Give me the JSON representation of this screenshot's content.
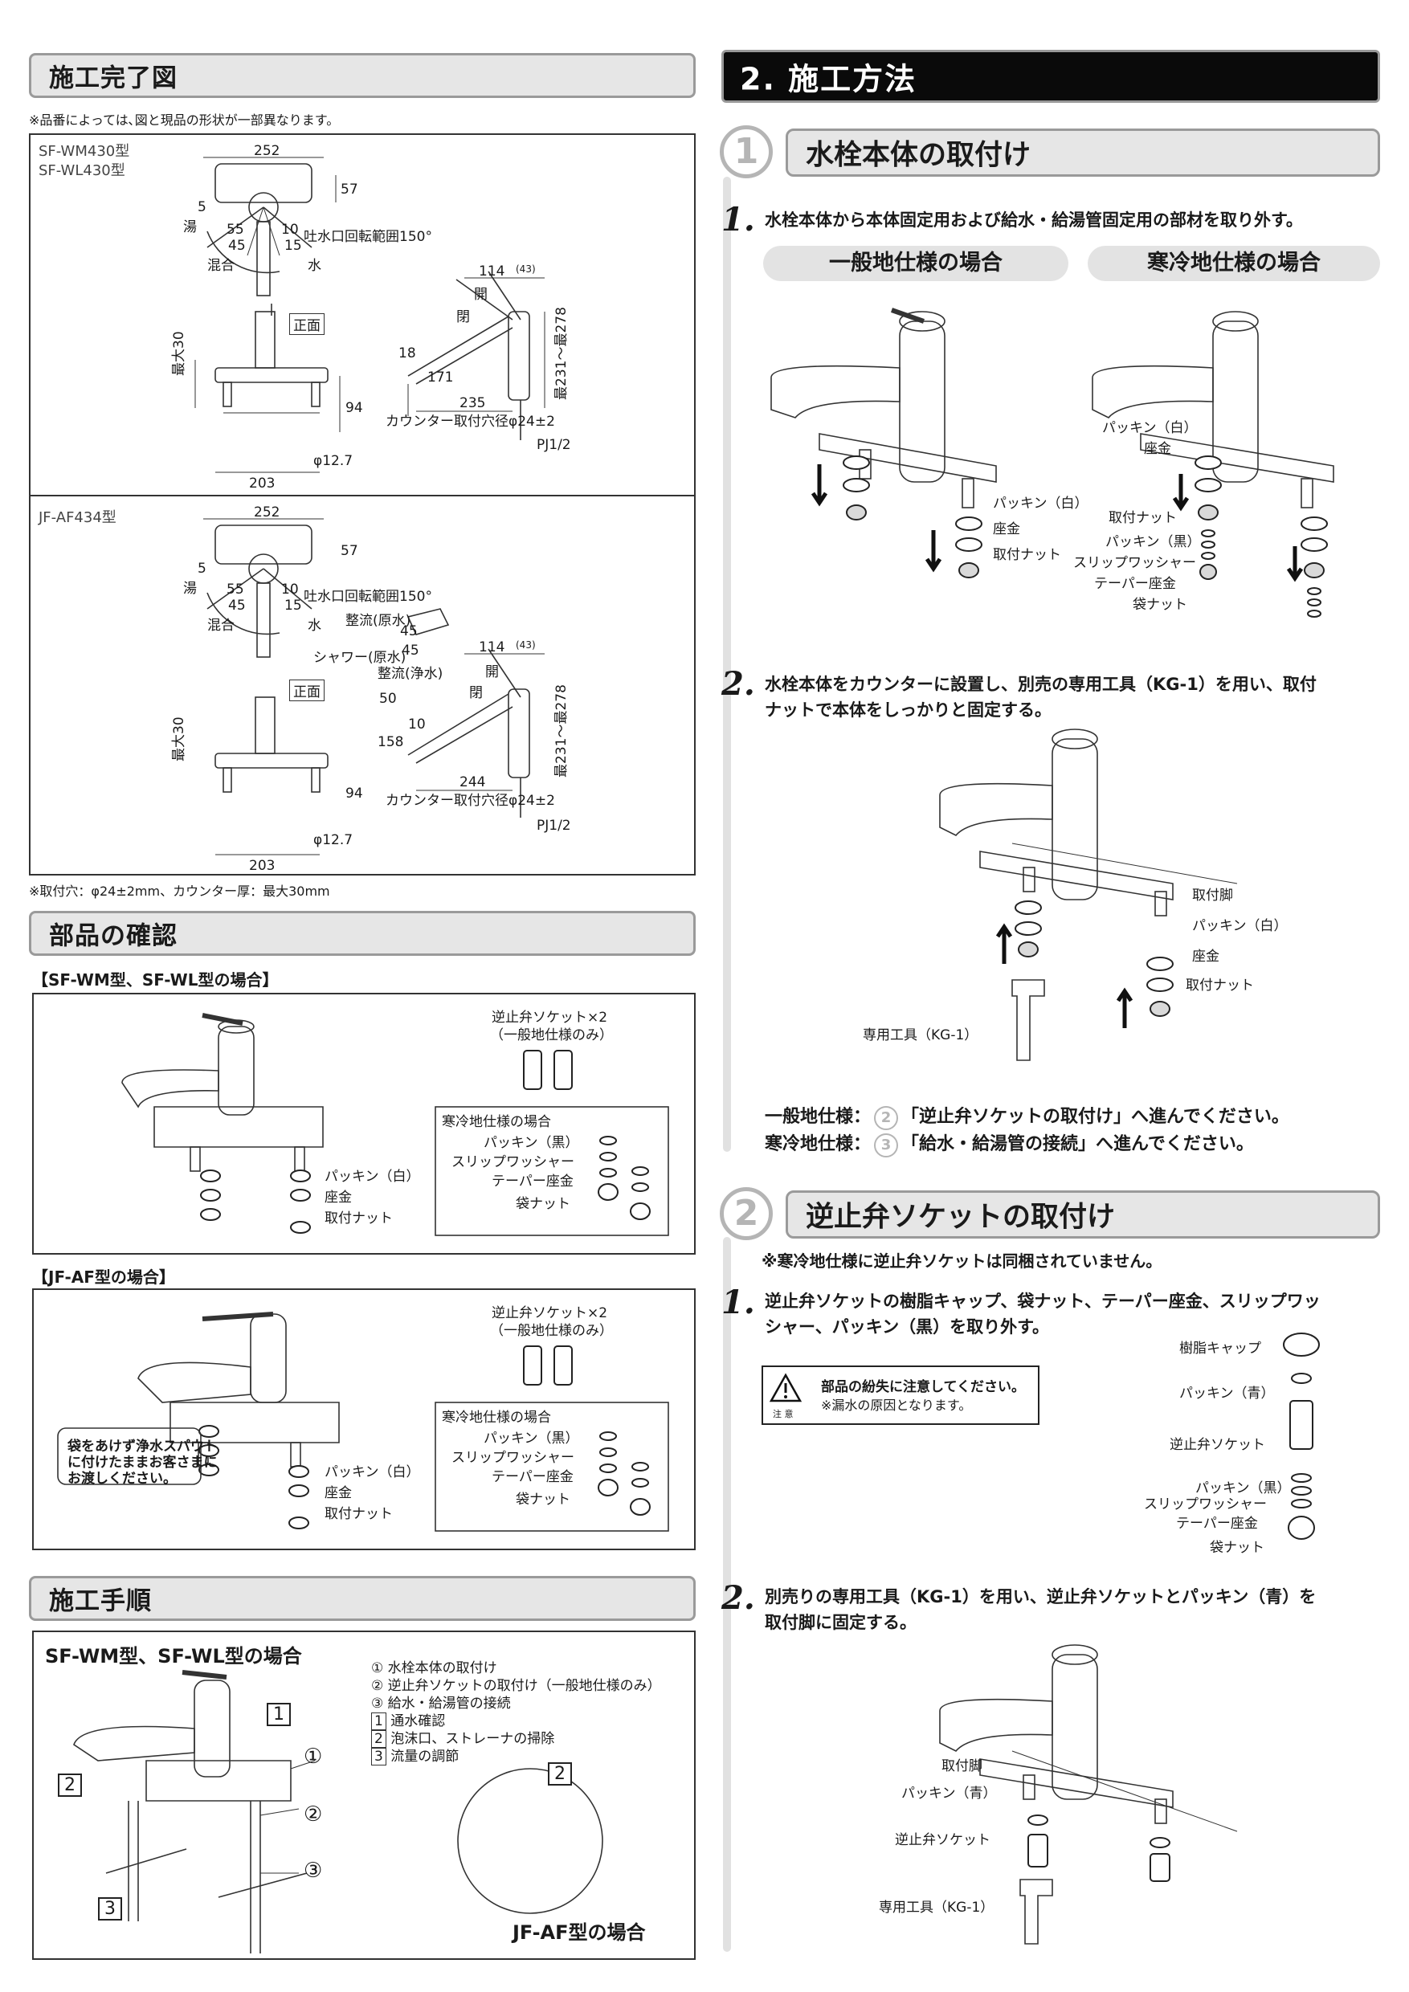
{
  "left": {
    "completion": {
      "title": "施工完了図",
      "note": "※品番によっては､図と現品の形状が一部異なります。",
      "box1": {
        "models": [
          "SF-WM430型",
          "SF-WL430型"
        ],
        "dims": {
          "w252": "252",
          "h57": "57",
          "d203": "203",
          "d94": "94",
          "d114": "114",
          "d43": "(43)",
          "d235": "235",
          "d171": "171",
          "d18": "18",
          "phi": "φ12.7",
          "max30": "最大30",
          "range": "最231～最278"
        },
        "angles": {
          "a5": "5",
          "a55": "55",
          "a45": "45",
          "a10": "10",
          "a15": "15"
        },
        "labels": {
          "hot": "湯",
          "mix": "混合",
          "cold": "水",
          "spout": "吐水口回転範囲150°",
          "front": "正面",
          "open": "開",
          "close": "閉",
          "hole": "カウンター取付穴径φ24±2",
          "pj": "PJ1/2"
        }
      },
      "box2": {
        "models": [
          "JF-AF434型"
        ],
        "dims": {
          "w252": "252",
          "h57": "57",
          "d203": "203",
          "d94": "94",
          "d114": "114",
          "d43": "(43)",
          "d244": "244",
          "d158": "158",
          "d50": "50",
          "d10": "10",
          "phi": "φ12.7",
          "max30": "最大30",
          "range": "最231～最278"
        },
        "angles": {
          "a5": "5",
          "a55": "55",
          "a45": "45",
          "a10": "10",
          "a15": "15",
          "b45": "45",
          "b45b": "45"
        },
        "labels": {
          "hot": "湯",
          "mix": "混合",
          "cold": "水",
          "spout": "吐水口回転範囲150°",
          "front": "正面",
          "open": "開",
          "close": "閉",
          "hole": "カウンター取付穴径φ24±2",
          "pj": "PJ1/2",
          "flowA": "整流(原水)",
          "shower": "シャワー(原水)",
          "flowB": "整流(浄水)"
        }
      },
      "footnote": "※取付穴：φ24±2mm、カウンター厚：最大30mm"
    },
    "parts": {
      "title": "部品の確認",
      "wm": {
        "heading": "【SF-WM型、SF-WL型の場合】",
        "socket1": "逆止弁ソケット×2",
        "socket2": "（一般地仕様のみ）",
        "cold_title": "寒冷地仕様の場合",
        "cold": [
          "パッキン（黒）",
          "スリップワッシャー",
          "テーパー座金",
          "袋ナット"
        ],
        "main": [
          "パッキン（白）",
          "座金",
          "取付ナット"
        ]
      },
      "af": {
        "heading": "【JF-AF型の場合】",
        "socket1": "逆止弁ソケット×2",
        "socket2": "（一般地仕様のみ）",
        "cold_title": "寒冷地仕様の場合",
        "cold": [
          "パッキン（黒）",
          "スリップワッシャー",
          "テーパー座金",
          "袋ナット"
        ],
        "main": [
          "パッキン（白）",
          "座金",
          "取付ナット"
        ],
        "callout": [
          "袋をあけず浄水スパウト",
          "に付けたままお客さまに",
          "お渡しください。"
        ]
      }
    },
    "procedure": {
      "title": "施工手順",
      "subtitle": "SF-WM型、SF-WL型の場合",
      "steps": [
        "① 水栓本体の取付け",
        "② 逆止弁ソケットの取付け（一般地仕様のみ）",
        "③ 給水・給湯管の接続"
      ],
      "checks": [
        [
          "1",
          "通水確認"
        ],
        [
          "2",
          "泡沫口、ストレーナの掃除"
        ],
        [
          "3",
          "流量の調節"
        ]
      ],
      "marks": {
        "m1": "1",
        "m2": "2",
        "m3": "3",
        "c1": "①",
        "c2": "②",
        "c3": "③",
        "inset": "2"
      },
      "inset_caption": "JF-AF型の場合"
    }
  },
  "right": {
    "header": "2. 施工方法",
    "s1": {
      "num": "1",
      "title": "水栓本体の取付け",
      "step1": {
        "num": "1.",
        "text": "水栓本体から本体固定用および給水・給湯管固定用の部材を取り外す。"
      },
      "pill_general": "一般地仕様の場合",
      "pill_cold": "寒冷地仕様の場合",
      "general_labels": [
        "パッキン（白）",
        "座金",
        "取付ナット"
      ],
      "cold_labels": [
        "パッキン（白）",
        "座金",
        "取付ナット",
        "パッキン（黒）",
        "スリップワッシャー",
        "テーパー座金",
        "袋ナット"
      ],
      "step2": {
        "num": "2.",
        "lines": [
          "水栓本体をカウンターに設置し、別売の専用工具（KG-1）を用い、取付",
          "ナットで本体をしっかりと固定する。"
        ]
      },
      "step2_labels": {
        "leg": "取付脚",
        "packing": "パッキン（白）",
        "washer": "座金",
        "nut": "取付ナット",
        "tool": "専用工具（KG-1）"
      },
      "next": [
        {
          "prefix": "一般地仕様：",
          "num": "2",
          "text": "「逆止弁ソケットの取付け」へ進んでください。"
        },
        {
          "prefix": "寒冷地仕様：",
          "num": "3",
          "text": "「給水・給湯管の接続」へ進んでください。"
        }
      ]
    },
    "s2": {
      "num": "2",
      "title": "逆止弁ソケットの取付け",
      "note": "※寒冷地仕様に逆止弁ソケットは同梱されていません。",
      "step1": {
        "num": "1.",
        "lines": [
          "逆止弁ソケットの樹脂キャップ、袋ナット、テーパー座金、スリップワッ",
          "シャー、パッキン（黒）を取り外す。"
        ]
      },
      "caution": {
        "head": "部品の紛失に注意してください。",
        "sub": "※漏水の原因となります。",
        "icon_label": "注 意"
      },
      "step1_labels": [
        "樹脂キャップ",
        "パッキン（青）",
        "逆止弁ソケット",
        "パッキン（黒）",
        "スリップワッシャー",
        "テーパー座金",
        "袋ナット"
      ],
      "step2": {
        "num": "2.",
        "lines": [
          "別売りの専用工具（KG-1）を用い、逆止弁ソケットとパッキン（青）を",
          "取付脚に固定する。"
        ]
      },
      "step2_labels": {
        "leg": "取付脚",
        "packing": "パッキン（青）",
        "socket": "逆止弁ソケット",
        "tool": "専用工具（KG-1）"
      }
    }
  }
}
